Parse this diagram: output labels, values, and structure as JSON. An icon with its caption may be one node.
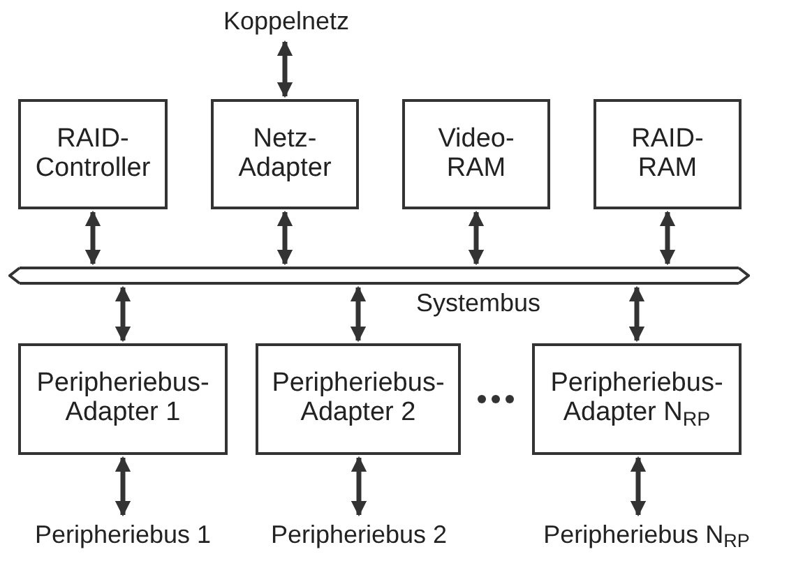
{
  "diagram": {
    "nodes": [
      {
        "text": [
          "Koppelnetz"
        ]
      },
      {
        "text": [
          "RAID- Controller"
        ]
      },
      {
        "text": [
          "Netz- Adapter"
        ]
      },
      {
        "text": [
          "Video- RAM"
        ]
      },
      {
        "text": [
          "RAID- RAM"
        ]
      },
      {
        "text": [],
        "shape": "bar",
        "beside": [
          "Systembus"
        ]
      },
      {
        "text": [
          "Peripheriebus- Adapter 1"
        ]
      },
      {
        "text": [
          "Peripheriebus- Adapter 2"
        ]
      },
      {
        "text": [
          "Peripheriebus- Adapter N$_{RP}$"
        ]
      },
      {
        "text": [
          "Peripheriebus 1"
        ]
      },
      {
        "text": [
          "Peripheriebus 2"
        ]
      },
      {
        "text": [
          "Peripheriebus N$_{RP}$"
        ]
      }
    ],
    "edges": [
      {
        "from": 0,
        "to": 2,
        "arrow": "both"
      },
      {
        "from": 1,
        "to": 5,
        "arrow": "both"
      },
      {
        "from": 2,
        "to": 5,
        "arrow": "both"
      },
      {
        "from": 3,
        "to": 5,
        "arrow": "both"
      },
      {
        "from": 4,
        "to": 5,
        "arrow": "both"
      },
      {
        "from": 5,
        "to": 6,
        "arrow": "both"
      },
      {
        "from": 5,
        "to": 7,
        "arrow": "both"
      },
      {
        "from": 5,
        "to": 8,
        "arrow": "both"
      },
      {
        "from": 6,
        "to": 9,
        "arrow": "both"
      },
      {
        "from": 7,
        "to": 10,
        "arrow": "both"
      },
      {
        "from": 8,
        "to": 11,
        "arrow": "both"
      }
    ]
  }
}
